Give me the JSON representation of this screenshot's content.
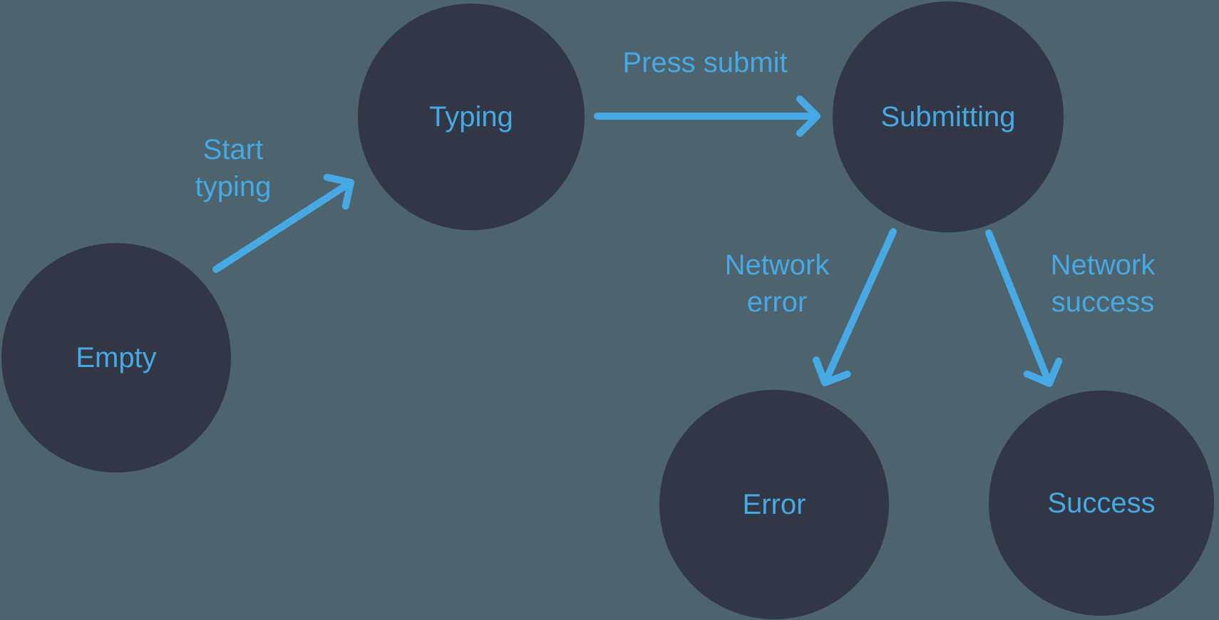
{
  "diagram": {
    "colors": {
      "background": "#4D636E",
      "node_fill": "#313744",
      "accent": "#46A9E3"
    },
    "nodes": [
      {
        "id": "empty",
        "label": "Empty"
      },
      {
        "id": "typing",
        "label": "Typing"
      },
      {
        "id": "submitting",
        "label": "Submitting"
      },
      {
        "id": "error",
        "label": "Error"
      },
      {
        "id": "success",
        "label": "Success"
      }
    ],
    "edges": [
      {
        "from": "empty",
        "to": "typing",
        "label": "Start typing"
      },
      {
        "from": "typing",
        "to": "submitting",
        "label": "Press submit"
      },
      {
        "from": "submitting",
        "to": "error",
        "label": "Network error"
      },
      {
        "from": "submitting",
        "to": "success",
        "label": "Network success"
      }
    ]
  }
}
